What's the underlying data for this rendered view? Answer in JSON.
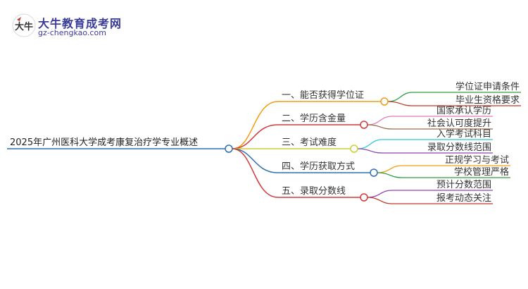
{
  "logo": {
    "badge_text": "大牛",
    "name": "大牛教育成考网",
    "url": "gz-chengkao.com"
  },
  "mindmap": {
    "root": "2025年广州医科大学成考康复治疗学专业概述",
    "branches": [
      {
        "label": "一、能否获得学位证",
        "color": "#f39c12",
        "children": [
          {
            "label": "学位证申请条件",
            "color": "#2e9e3e"
          },
          {
            "label": "毕业生资格要求",
            "color": "#c0392b"
          }
        ]
      },
      {
        "label": "二、学历含金量",
        "color": "#d43a3a",
        "children": [
          {
            "label": "国家承认学历",
            "color": "#e07ab8"
          },
          {
            "label": "社会认可度提升",
            "color": "#9b6b4a"
          }
        ]
      },
      {
        "label": "三、考试难度",
        "color": "#c9d13a",
        "children": [
          {
            "label": "入学考试科目",
            "color": "#32c8d6"
          },
          {
            "label": "录取分数线范围",
            "color": "#8e44ad"
          }
        ]
      },
      {
        "label": "四、学历获取方式",
        "color": "#2f6fb5",
        "children": [
          {
            "label": "正规学习与考试",
            "color": "#f39c12"
          },
          {
            "label": "学校管理严格",
            "color": "#2e9e3e"
          }
        ]
      },
      {
        "label": "五、录取分数线",
        "color": "#d43a3a",
        "children": [
          {
            "label": "预计分数范围",
            "color": "#8e44ad"
          },
          {
            "label": "报考动态关注",
            "color": "#c0392b"
          }
        ]
      }
    ]
  }
}
